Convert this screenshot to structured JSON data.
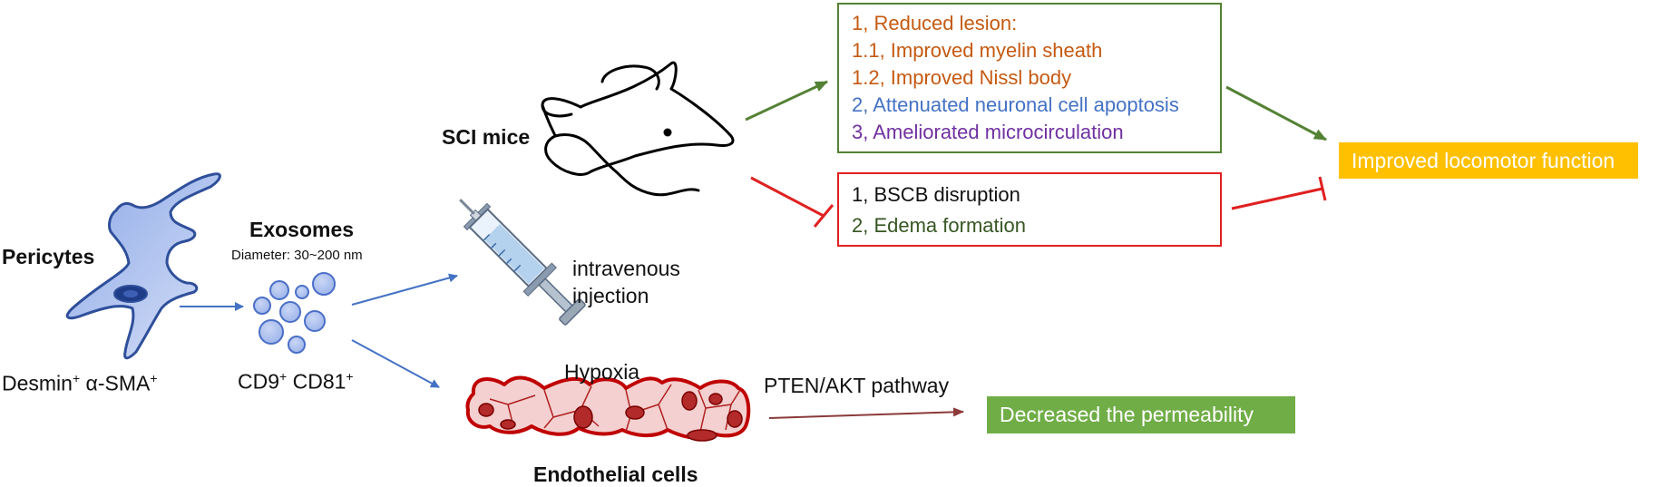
{
  "pericytes": {
    "title": "Pericytes",
    "markers_prefix": "Desmin",
    "markers_sup1": "+",
    "markers_mid": " α-SMA",
    "markers_sup2": "+"
  },
  "exosomes": {
    "title": "Exosomes",
    "diameter": "Diameter: 30~200 nm",
    "markers_a": "CD9",
    "sup_a": "+",
    "markers_b": " CD81",
    "sup_b": "+"
  },
  "injection": {
    "line1": "intravenous",
    "line2": "injection"
  },
  "mice": {
    "title": "SCI mice"
  },
  "benefits_box": {
    "lines": [
      {
        "text": "1, Reduced lesion:",
        "color": "#c55a11"
      },
      {
        "text": "1.1, Improved myelin sheath",
        "color": "#c55a11"
      },
      {
        "text": "1.2, Improved Nissl body",
        "color": "#c55a11"
      },
      {
        "text": "2, Attenuated neuronal cell apoptosis",
        "color": "#4472c4"
      },
      {
        "text": "3, Ameliorated microcirculation",
        "color": "#7030a0"
      }
    ],
    "border_color": "#548235"
  },
  "inhibited_box": {
    "lines": [
      {
        "text": "1, BSCB disruption",
        "color": "#111111"
      },
      {
        "text": "2, Edema formation",
        "color": "#375623"
      }
    ],
    "border_color": "#e02020"
  },
  "outcome": {
    "text": "Improved locomotor function",
    "bg": "#ffc000"
  },
  "endothelial": {
    "title": "Endothelial cells",
    "hypoxia": "Hypoxia",
    "pathway": "PTEN/AKT pathway"
  },
  "permeability": {
    "text": "Decreased the permeability",
    "bg": "#70ad47"
  },
  "colors": {
    "blue_arrow": "#4472c4",
    "green_arrow": "#548235",
    "red_inhibit": "#e02020",
    "brown_arrow": "#8b3a3a",
    "cell_fill": "#b4c6ee",
    "vessel_red": "#c00000"
  }
}
